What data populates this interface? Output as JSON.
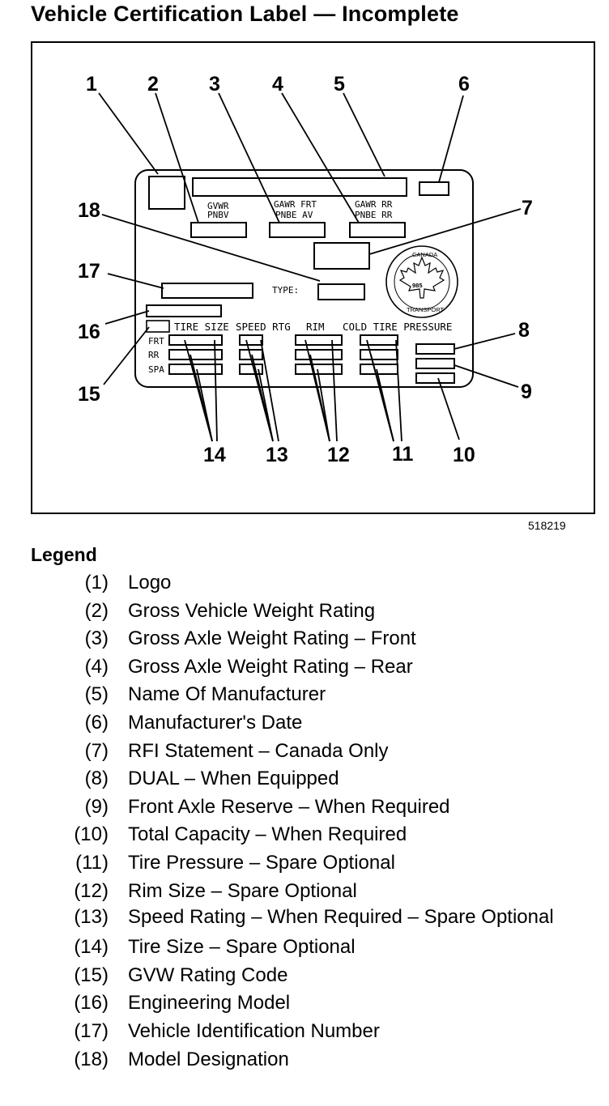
{
  "title": "Vehicle Certification Label — Incomplete",
  "figure_number": "518219",
  "label_fields": {
    "gvwr": [
      "GVWR",
      "PNBV"
    ],
    "gawr_front": [
      "GAWR FRT",
      "PNBE AV"
    ],
    "gawr_rear": [
      "GAWR RR",
      "PNBE RR"
    ],
    "type": "TYPE:",
    "tire_size": "TIRE SIZE",
    "speed_rtg": "SPEED RTG",
    "rim": "RIM",
    "cold_tire_pressure": "COLD TIRE PRESSURE",
    "row_front": "FRT",
    "row_rear": "RR",
    "row_spare": "SPA",
    "seal_top": "CANADA",
    "seal_number": "985",
    "seal_bottom": "TRANSPORT"
  },
  "callouts": [
    "1",
    "2",
    "3",
    "4",
    "5",
    "6",
    "7",
    "8",
    "9",
    "10",
    "11",
    "12",
    "13",
    "14",
    "15",
    "16",
    "17",
    "18"
  ],
  "legend": {
    "heading": "Legend",
    "items": [
      {
        "num": "(1)",
        "text": "Logo"
      },
      {
        "num": "(2)",
        "text": "Gross Vehicle Weight Rating"
      },
      {
        "num": "(3)",
        "text": "Gross Axle Weight Rating – Front"
      },
      {
        "num": "(4)",
        "text": "Gross Axle Weight Rating – Rear"
      },
      {
        "num": "(5)",
        "text": "Name Of Manufacturer"
      },
      {
        "num": "(6)",
        "text": "Manufacturer's Date"
      },
      {
        "num": "(7)",
        "text": "RFI Statement – Canada Only"
      },
      {
        "num": "(8)",
        "text": "DUAL – When Equipped"
      },
      {
        "num": "(9)",
        "text": "Front Axle Reserve – When Required"
      },
      {
        "num": "(10)",
        "text": "Total Capacity – When Required"
      },
      {
        "num": "(11)",
        "text": "Tire Pressure – Spare Optional"
      },
      {
        "num": "(12)",
        "text": "Rim Size – Spare Optional"
      },
      {
        "num": "(13)",
        "text": "Speed Rating – When Required – Spare Optional"
      },
      {
        "num": "(14)",
        "text": "Tire Size – Spare Optional"
      },
      {
        "num": "(15)",
        "text": "GVW Rating Code"
      },
      {
        "num": "(16)",
        "text": "Engineering Model"
      },
      {
        "num": "(17)",
        "text": "Vehicle Identification Number"
      },
      {
        "num": "(18)",
        "text": "Model Designation"
      }
    ]
  }
}
